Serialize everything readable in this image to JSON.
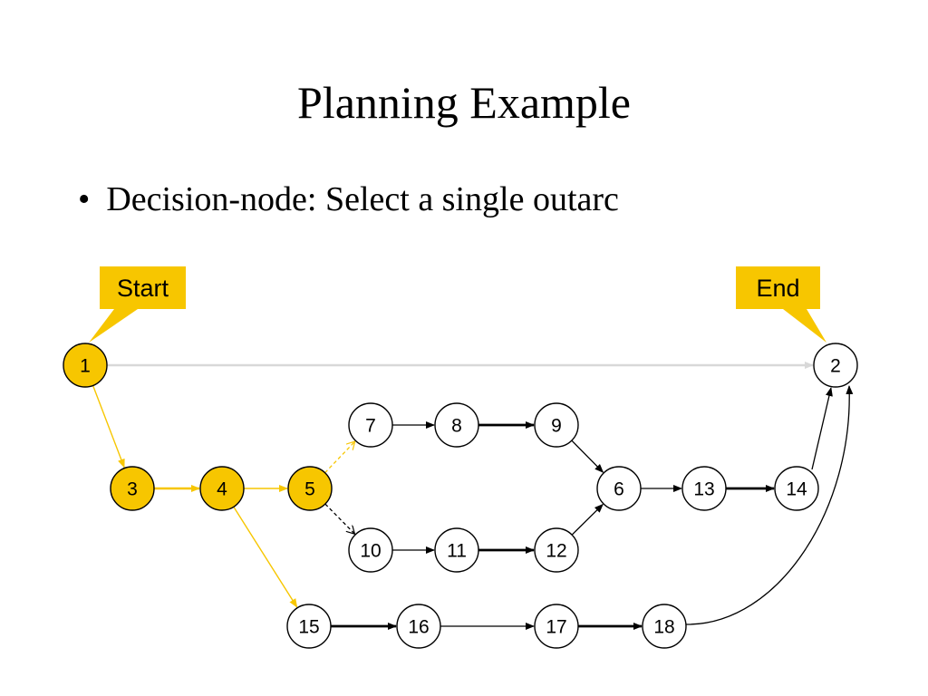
{
  "slide": {
    "title": "Planning Example",
    "bullet": "Decision-node: Select a single outarc"
  },
  "callouts": {
    "start": "Start",
    "end": "End"
  },
  "colors": {
    "highlight": "#f7c600",
    "callout": "#f7c600",
    "gray_arc": "#d8d8d8",
    "black": "#000000"
  },
  "nodes": [
    {
      "id": "1",
      "label": "1",
      "highlighted": true
    },
    {
      "id": "2",
      "label": "2",
      "highlighted": false
    },
    {
      "id": "3",
      "label": "3",
      "highlighted": true
    },
    {
      "id": "4",
      "label": "4",
      "highlighted": true
    },
    {
      "id": "5",
      "label": "5",
      "highlighted": true
    },
    {
      "id": "6",
      "label": "6",
      "highlighted": false
    },
    {
      "id": "7",
      "label": "7",
      "highlighted": false
    },
    {
      "id": "8",
      "label": "8",
      "highlighted": false
    },
    {
      "id": "9",
      "label": "9",
      "highlighted": false
    },
    {
      "id": "10",
      "label": "10",
      "highlighted": false
    },
    {
      "id": "11",
      "label": "11",
      "highlighted": false
    },
    {
      "id": "12",
      "label": "12",
      "highlighted": false
    },
    {
      "id": "13",
      "label": "13",
      "highlighted": false
    },
    {
      "id": "14",
      "label": "14",
      "highlighted": false
    },
    {
      "id": "15",
      "label": "15",
      "highlighted": false
    },
    {
      "id": "16",
      "label": "16",
      "highlighted": false
    },
    {
      "id": "17",
      "label": "17",
      "highlighted": false
    },
    {
      "id": "18",
      "label": "18",
      "highlighted": false
    }
  ],
  "edges": [
    {
      "from": "1",
      "to": "2",
      "style": "gray"
    },
    {
      "from": "1",
      "to": "3",
      "style": "yellow"
    },
    {
      "from": "3",
      "to": "4",
      "style": "yellow-thick"
    },
    {
      "from": "4",
      "to": "5",
      "style": "yellow"
    },
    {
      "from": "4",
      "to": "15",
      "style": "yellow"
    },
    {
      "from": "5",
      "to": "7",
      "style": "yellow-dashed"
    },
    {
      "from": "5",
      "to": "10",
      "style": "black-dashed"
    },
    {
      "from": "7",
      "to": "8",
      "style": "thin"
    },
    {
      "from": "8",
      "to": "9",
      "style": "thick"
    },
    {
      "from": "9",
      "to": "6",
      "style": "thin"
    },
    {
      "from": "10",
      "to": "11",
      "style": "thin"
    },
    {
      "from": "11",
      "to": "12",
      "style": "thick"
    },
    {
      "from": "12",
      "to": "6",
      "style": "thin"
    },
    {
      "from": "6",
      "to": "13",
      "style": "thin"
    },
    {
      "from": "13",
      "to": "14",
      "style": "thick"
    },
    {
      "from": "14",
      "to": "2",
      "style": "thin"
    },
    {
      "from": "15",
      "to": "16",
      "style": "thick"
    },
    {
      "from": "16",
      "to": "17",
      "style": "thin"
    },
    {
      "from": "17",
      "to": "18",
      "style": "thick"
    },
    {
      "from": "18",
      "to": "2",
      "style": "curve"
    }
  ]
}
